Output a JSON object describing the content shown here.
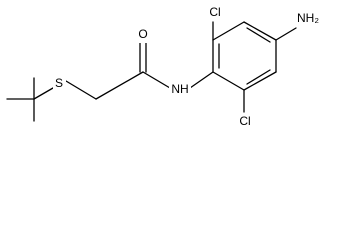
{
  "molecule": {
    "atoms": {
      "sulfur": "S",
      "oxygen": "O",
      "amide_nh": "NH",
      "chlorine_top": "Cl",
      "chlorine_bottom": "Cl",
      "amine": "NH₂"
    }
  }
}
